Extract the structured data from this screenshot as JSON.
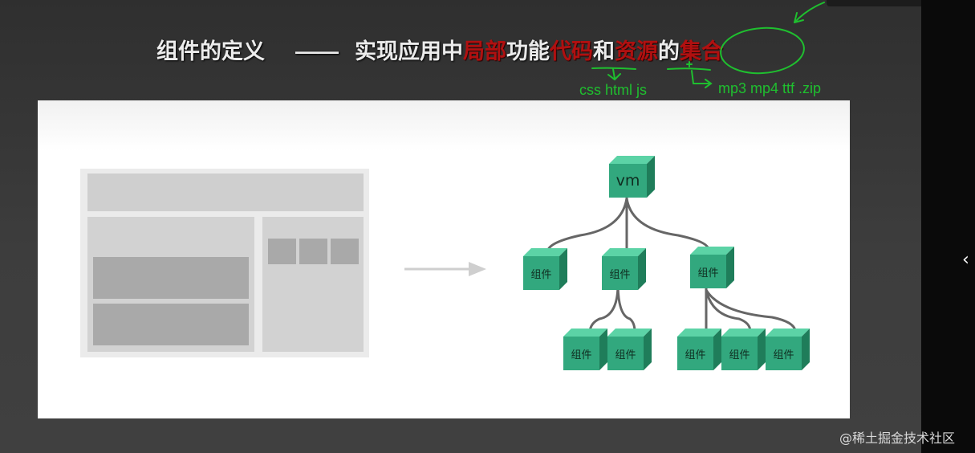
{
  "slide": {
    "title": {
      "prefix": "组件的定义",
      "dash": "——",
      "part1": "实现应用中",
      "red1": "局部",
      "part2": "功能",
      "red2": "代码",
      "part3": "和",
      "red3": "资源",
      "part4": "的",
      "red4": "集合"
    },
    "annotations": {
      "code_types": "css html js",
      "resource_types": "mp3 mp4 ttf .zip"
    }
  },
  "diagram": {
    "root_label": "vm",
    "component_label": "组件"
  },
  "watermark": "@稀土掘金技术社区",
  "nav": {
    "collapse_icon": "chevron-left-icon"
  },
  "colors": {
    "highlight_red": "#b01010",
    "annotation_green": "#1fbf2f",
    "cube_front": "#32a87e",
    "cube_top": "#5cd3a6",
    "cube_side": "#1f7d5a"
  }
}
